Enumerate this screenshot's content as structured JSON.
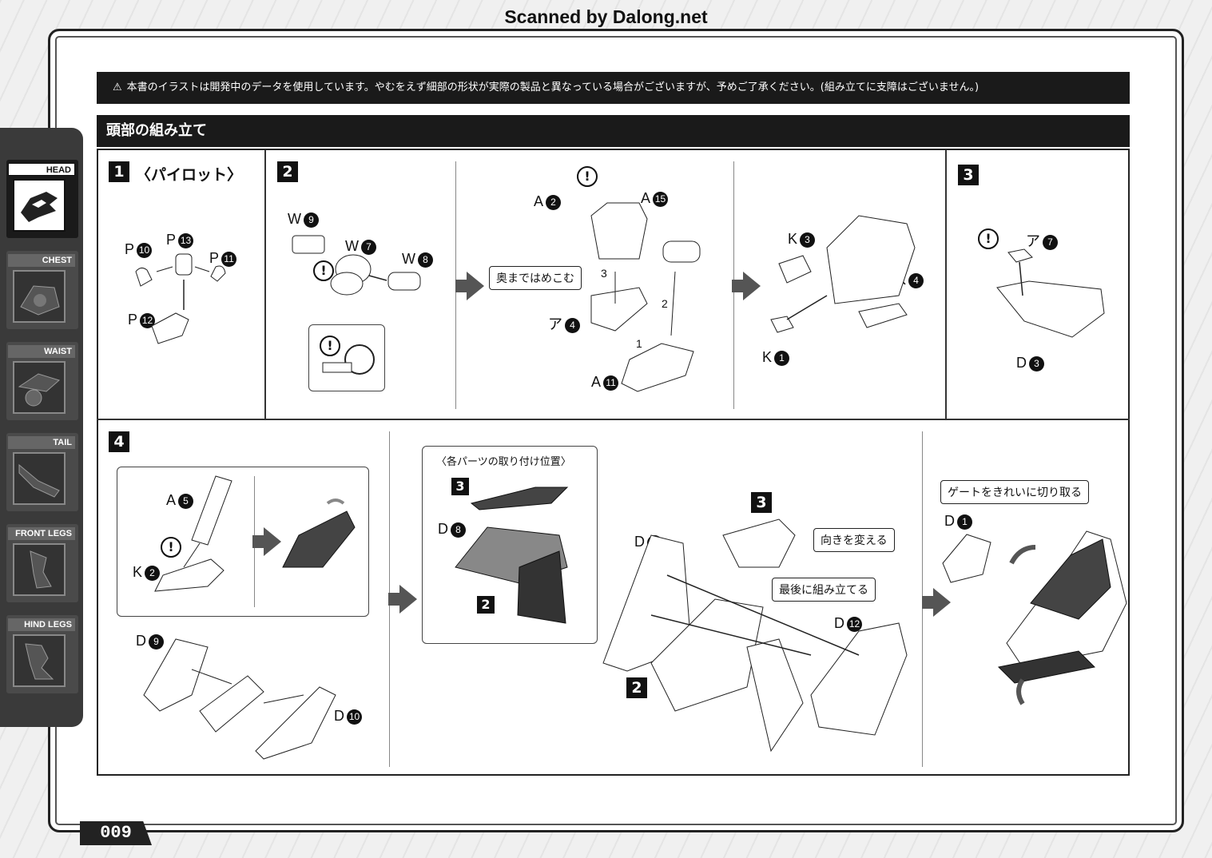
{
  "watermark": "Scanned by Dalong.net",
  "notice": {
    "icon": "warning-icon",
    "text": "本書のイラストは開発中のデータを使用しています。やむをえず細部の形状が実際の製品と異なっている場合がございますが、予めご了承ください。(組み立てに支障はございません。)"
  },
  "section": {
    "title": "頭部の組み立て"
  },
  "sidebar": {
    "tabs": [
      {
        "label": "HEAD",
        "active": true
      },
      {
        "label": "CHEST",
        "active": false
      },
      {
        "label": "WAIST",
        "active": false
      },
      {
        "label": "TAIL",
        "active": false
      },
      {
        "label": "FRONT LEGS",
        "active": false
      },
      {
        "label": "HIND LEGS",
        "active": false
      }
    ]
  },
  "steps": {
    "s1": {
      "num": "1",
      "title": "〈パイロット〉",
      "parts": [
        {
          "letter": "P",
          "num": "10"
        },
        {
          "letter": "P",
          "num": "13"
        },
        {
          "letter": "P",
          "num": "11"
        },
        {
          "letter": "P",
          "num": "12"
        }
      ]
    },
    "s2": {
      "num": "2",
      "parts": [
        {
          "letter": "W",
          "num": "9"
        },
        {
          "letter": "W",
          "num": "7"
        },
        {
          "letter": "W",
          "num": "8"
        },
        {
          "letter": "A",
          "num": "2"
        },
        {
          "letter": "A",
          "num": "15"
        },
        {
          "letter": "ア",
          "num": "4"
        },
        {
          "letter": "A",
          "num": "11"
        },
        {
          "letter": "K",
          "num": "3"
        },
        {
          "letter": "K",
          "num": "4"
        },
        {
          "letter": "K",
          "num": "1"
        }
      ],
      "callout": "奥まではめこむ",
      "order": [
        "3",
        "2",
        "1"
      ]
    },
    "s3": {
      "num": "3",
      "parts": [
        {
          "letter": "ア",
          "num": "7"
        },
        {
          "letter": "D",
          "num": "3"
        }
      ]
    },
    "s4": {
      "num": "4",
      "parts": [
        {
          "letter": "A",
          "num": "5"
        },
        {
          "letter": "K",
          "num": "2"
        },
        {
          "letter": "D",
          "num": "9"
        },
        {
          "letter": "D",
          "num": "10"
        },
        {
          "letter": "D",
          "num": "8"
        },
        {
          "letter": "D",
          "num": "12"
        },
        {
          "letter": "D",
          "num": "1"
        }
      ],
      "inset_title": "〈各パーツの取り付け位置〉",
      "inset_labels": [
        "3",
        "2"
      ],
      "callout_turn": "向きを変える",
      "callout_last": "最後に組み立てる",
      "callout_gate": "ゲートをきれいに切り取る",
      "ref_labels": [
        "3",
        "2"
      ]
    }
  },
  "page_number": "009"
}
